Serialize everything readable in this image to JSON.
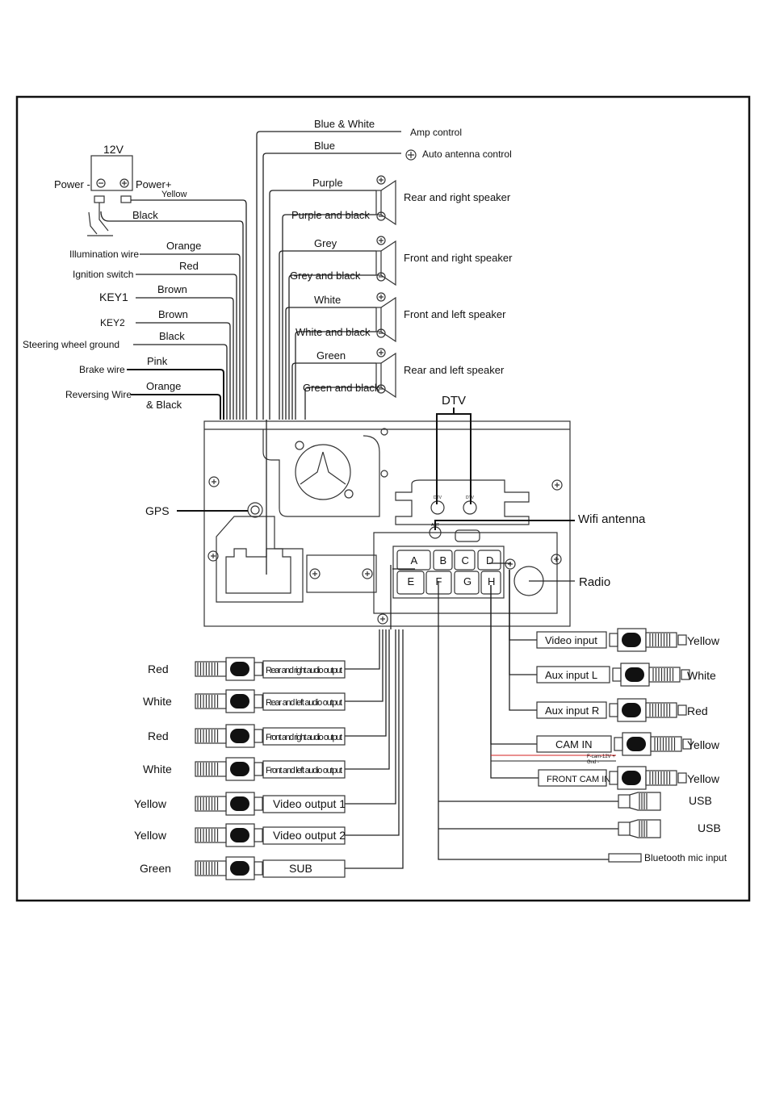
{
  "power": {
    "battery": "12V",
    "power_minus": "Power -",
    "power_plus": "Power+",
    "yellow": "Yellow",
    "black": "Black"
  },
  "left_wires": [
    {
      "label": "Illumination wire",
      "color": "Orange"
    },
    {
      "label": "Ignition switch",
      "color": "Red"
    },
    {
      "label": "KEY1",
      "color": "Brown"
    },
    {
      "label": "KEY2",
      "color": "Brown"
    },
    {
      "label": "Steering wheel ground",
      "color": "Black"
    },
    {
      "label": "Brake wire",
      "color": "Pink"
    },
    {
      "label": "Reversing Wire",
      "color": "Orange",
      "color2": "& Black"
    }
  ],
  "top_wires": [
    {
      "color": "Blue & White",
      "label": "Amp control"
    },
    {
      "color": "Blue",
      "label": "Auto antenna control"
    }
  ],
  "speakers": [
    {
      "plus": "Purple",
      "minus": "Purple and black",
      "label": "Rear and right speaker"
    },
    {
      "plus": "Grey",
      "minus": "Grey and black",
      "label": "Front and right speaker"
    },
    {
      "plus": "White",
      "minus": "White and black",
      "label": "Front and left speaker"
    },
    {
      "plus": "Green",
      "minus": "Green and black",
      "label": "Rear and left speaker"
    }
  ],
  "unit": {
    "dtv": "DTV",
    "dtv_port": "DTV",
    "ant_port": "ANT",
    "gps": "GPS",
    "wifi": "Wifi antenna",
    "radio": "Radio",
    "ports": [
      "A",
      "B",
      "C",
      "D",
      "E",
      "F",
      "G",
      "H"
    ]
  },
  "left_outputs": [
    {
      "color": "Red",
      "label": "Rear and right audio output"
    },
    {
      "color": "White",
      "label": "Rear and left audio output"
    },
    {
      "color": "Red",
      "label": "Front and right audio output"
    },
    {
      "color": "White",
      "label": "Front and left audio output"
    },
    {
      "color": "Yellow",
      "label": "Video output 1"
    },
    {
      "color": "Yellow",
      "label": "Video output 2"
    },
    {
      "color": "Green",
      "label": "SUB"
    }
  ],
  "right_inputs": [
    {
      "label": "Video input",
      "color": "Yellow"
    },
    {
      "label": "Aux input L",
      "color": "White"
    },
    {
      "label": "Aux input R",
      "color": "Red"
    },
    {
      "label": "CAM IN",
      "color": "Yellow"
    },
    {
      "label": "FRONT CAM IN",
      "color": "Yellow"
    }
  ],
  "cam_power": {
    "plus": "F-cam-12V +",
    "gnd": "Gnd -",
    "wire_color": "#d42020"
  },
  "usb": [
    "USB",
    "USB"
  ],
  "bluetooth": "Bluetooth mic input"
}
